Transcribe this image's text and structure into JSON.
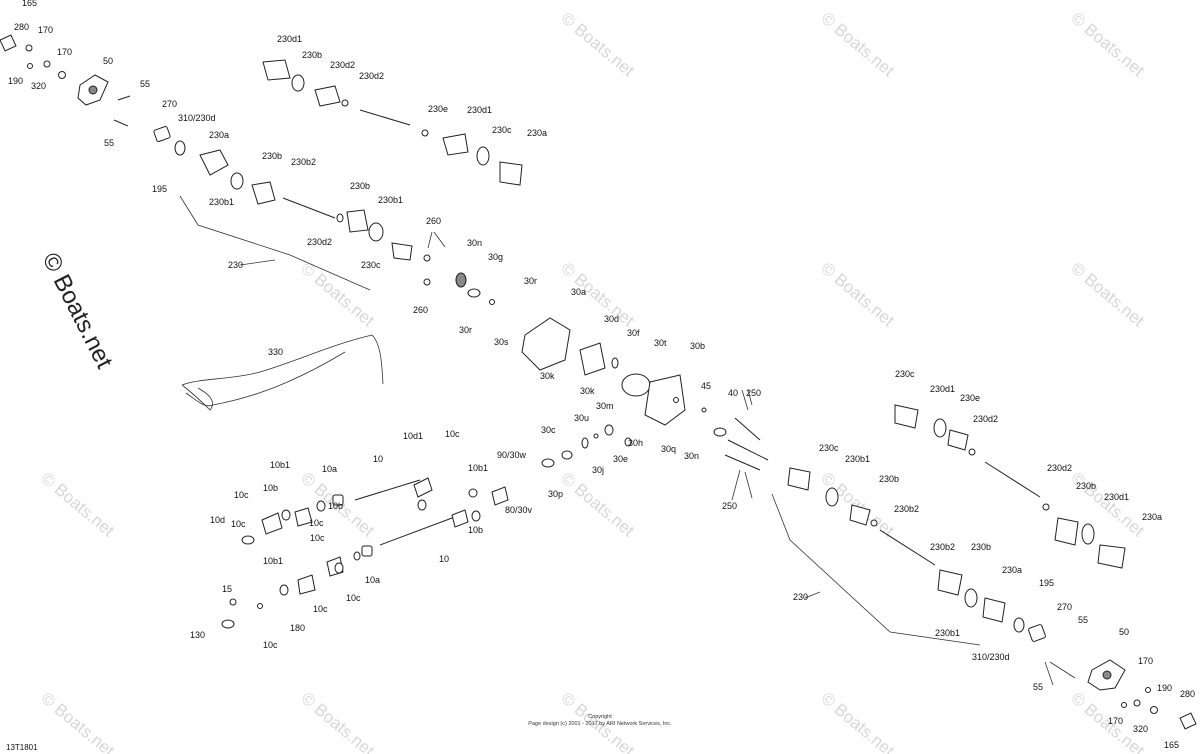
{
  "watermark": {
    "text": "© Boats.net",
    "main_text": "© Boats.net"
  },
  "footer": {
    "copyright_line": "Copyright",
    "page_design": "Page design (c) 2001 - 2017 by ARI Network Services, Inc.",
    "diagram_code": "13T1801"
  },
  "labels": [
    {
      "t": "165"
    },
    {
      "t": "280"
    },
    {
      "t": "170"
    },
    {
      "t": "190"
    },
    {
      "t": "170"
    },
    {
      "t": "320"
    },
    {
      "t": "50"
    },
    {
      "t": "55"
    },
    {
      "t": "55"
    },
    {
      "t": "270"
    },
    {
      "t": "310/230d"
    },
    {
      "t": "195"
    },
    {
      "t": "230a"
    },
    {
      "t": "230d1"
    },
    {
      "t": "230b"
    },
    {
      "t": "230d2"
    },
    {
      "t": "230d2"
    },
    {
      "t": "230e"
    },
    {
      "t": "230d1"
    },
    {
      "t": "230c"
    },
    {
      "t": "230a"
    },
    {
      "t": "230b"
    },
    {
      "t": "230b2"
    },
    {
      "t": "230b1"
    },
    {
      "t": "230b"
    },
    {
      "t": "230b1"
    },
    {
      "t": "230d2"
    },
    {
      "t": "230c"
    },
    {
      "t": "260"
    },
    {
      "t": "230"
    },
    {
      "t": "30n"
    },
    {
      "t": "30g"
    },
    {
      "t": "30r"
    },
    {
      "t": "260"
    },
    {
      "t": "30a"
    },
    {
      "t": "30r"
    },
    {
      "t": "30s"
    },
    {
      "t": "30d"
    },
    {
      "t": "30f"
    },
    {
      "t": "30t"
    },
    {
      "t": "30b"
    },
    {
      "t": "30k"
    },
    {
      "t": "30k"
    },
    {
      "t": "330"
    },
    {
      "t": "45"
    },
    {
      "t": "40"
    },
    {
      "t": "250"
    },
    {
      "t": "30m"
    },
    {
      "t": "30u"
    },
    {
      "t": "30h"
    },
    {
      "t": "30c"
    },
    {
      "t": "30q"
    },
    {
      "t": "30n"
    },
    {
      "t": "30e"
    },
    {
      "t": "30j"
    },
    {
      "t": "30p"
    },
    {
      "t": "10d1"
    },
    {
      "t": "10c"
    },
    {
      "t": "90/30w"
    },
    {
      "t": "10b1"
    },
    {
      "t": "10a"
    },
    {
      "t": "10"
    },
    {
      "t": "10b1"
    },
    {
      "t": "80/30v"
    },
    {
      "t": "10b"
    },
    {
      "t": "10c"
    },
    {
      "t": "10d"
    },
    {
      "t": "10c"
    },
    {
      "t": "10b"
    },
    {
      "t": "10c"
    },
    {
      "t": "10c"
    },
    {
      "t": "10b"
    },
    {
      "t": "10"
    },
    {
      "t": "10b1"
    },
    {
      "t": "10a"
    },
    {
      "t": "10c"
    },
    {
      "t": "10c"
    },
    {
      "t": "180"
    },
    {
      "t": "15"
    },
    {
      "t": "130"
    },
    {
      "t": "10c"
    },
    {
      "t": "250"
    },
    {
      "t": "230c"
    },
    {
      "t": "230b1"
    },
    {
      "t": "230b"
    },
    {
      "t": "230b2"
    },
    {
      "t": "230b2"
    },
    {
      "t": "230b"
    },
    {
      "t": "230"
    },
    {
      "t": "230a"
    },
    {
      "t": "195"
    },
    {
      "t": "230b1"
    },
    {
      "t": "270"
    },
    {
      "t": "310/230d"
    },
    {
      "t": "55"
    },
    {
      "t": "50"
    },
    {
      "t": "55"
    },
    {
      "t": "170"
    },
    {
      "t": "190"
    },
    {
      "t": "280"
    },
    {
      "t": "170"
    },
    {
      "t": "320"
    },
    {
      "t": "165"
    },
    {
      "t": "230c"
    },
    {
      "t": "230d1"
    },
    {
      "t": "230e"
    },
    {
      "t": "230d2"
    },
    {
      "t": "230d2"
    },
    {
      "t": "230b"
    },
    {
      "t": "230d1"
    },
    {
      "t": "230a"
    }
  ]
}
